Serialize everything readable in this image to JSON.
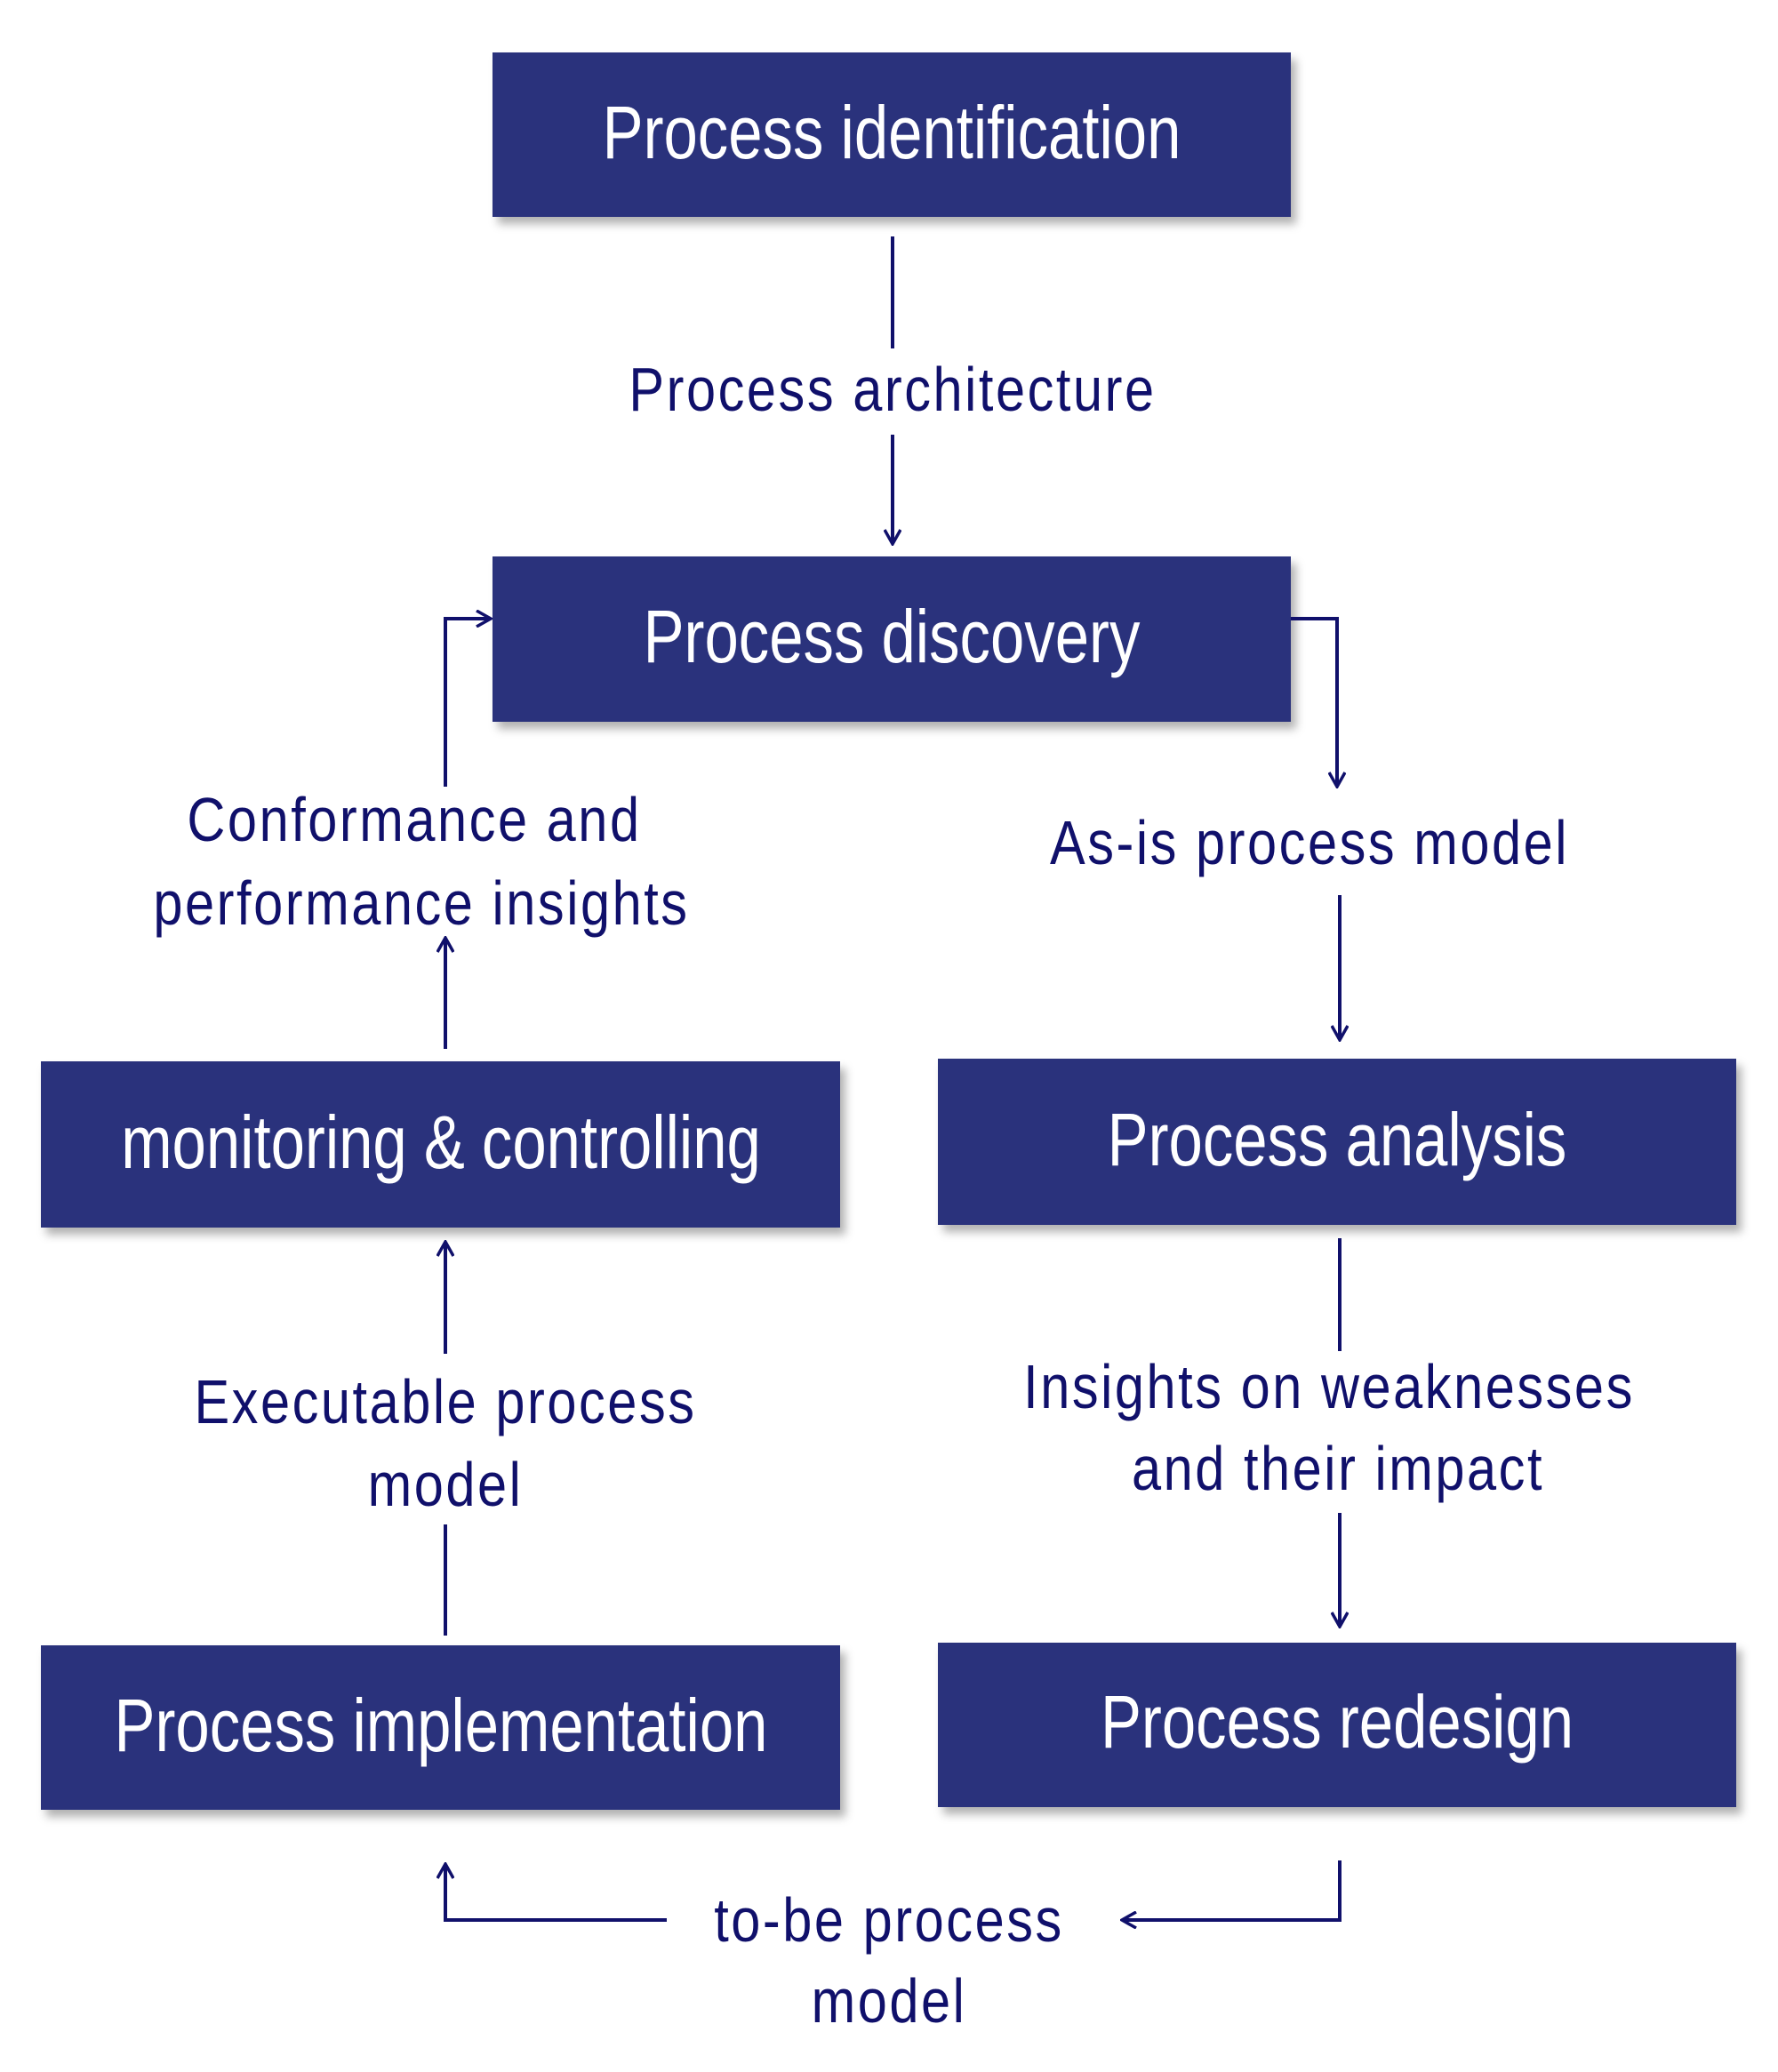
{
  "colors": {
    "box": "#2c307c",
    "box_text": "#ffffff",
    "connector": "#10106b"
  },
  "boxes": {
    "identification": "Process identification",
    "discovery": "Process discovery",
    "monitoring": "monitoring & controlling",
    "analysis": "Process analysis",
    "implementation": "Process implementation",
    "redesign": "Process redesign"
  },
  "labels": {
    "architecture": "Process architecture",
    "as_is": "As-is process model",
    "conformance_1": "Conformance and",
    "conformance_2": "performance insights",
    "executable_1": "Executable process",
    "executable_2": "model",
    "insights_1": "Insights on weaknesses",
    "insights_2": "and their impact",
    "to_be_1": "to-be process",
    "to_be_2": "model"
  }
}
